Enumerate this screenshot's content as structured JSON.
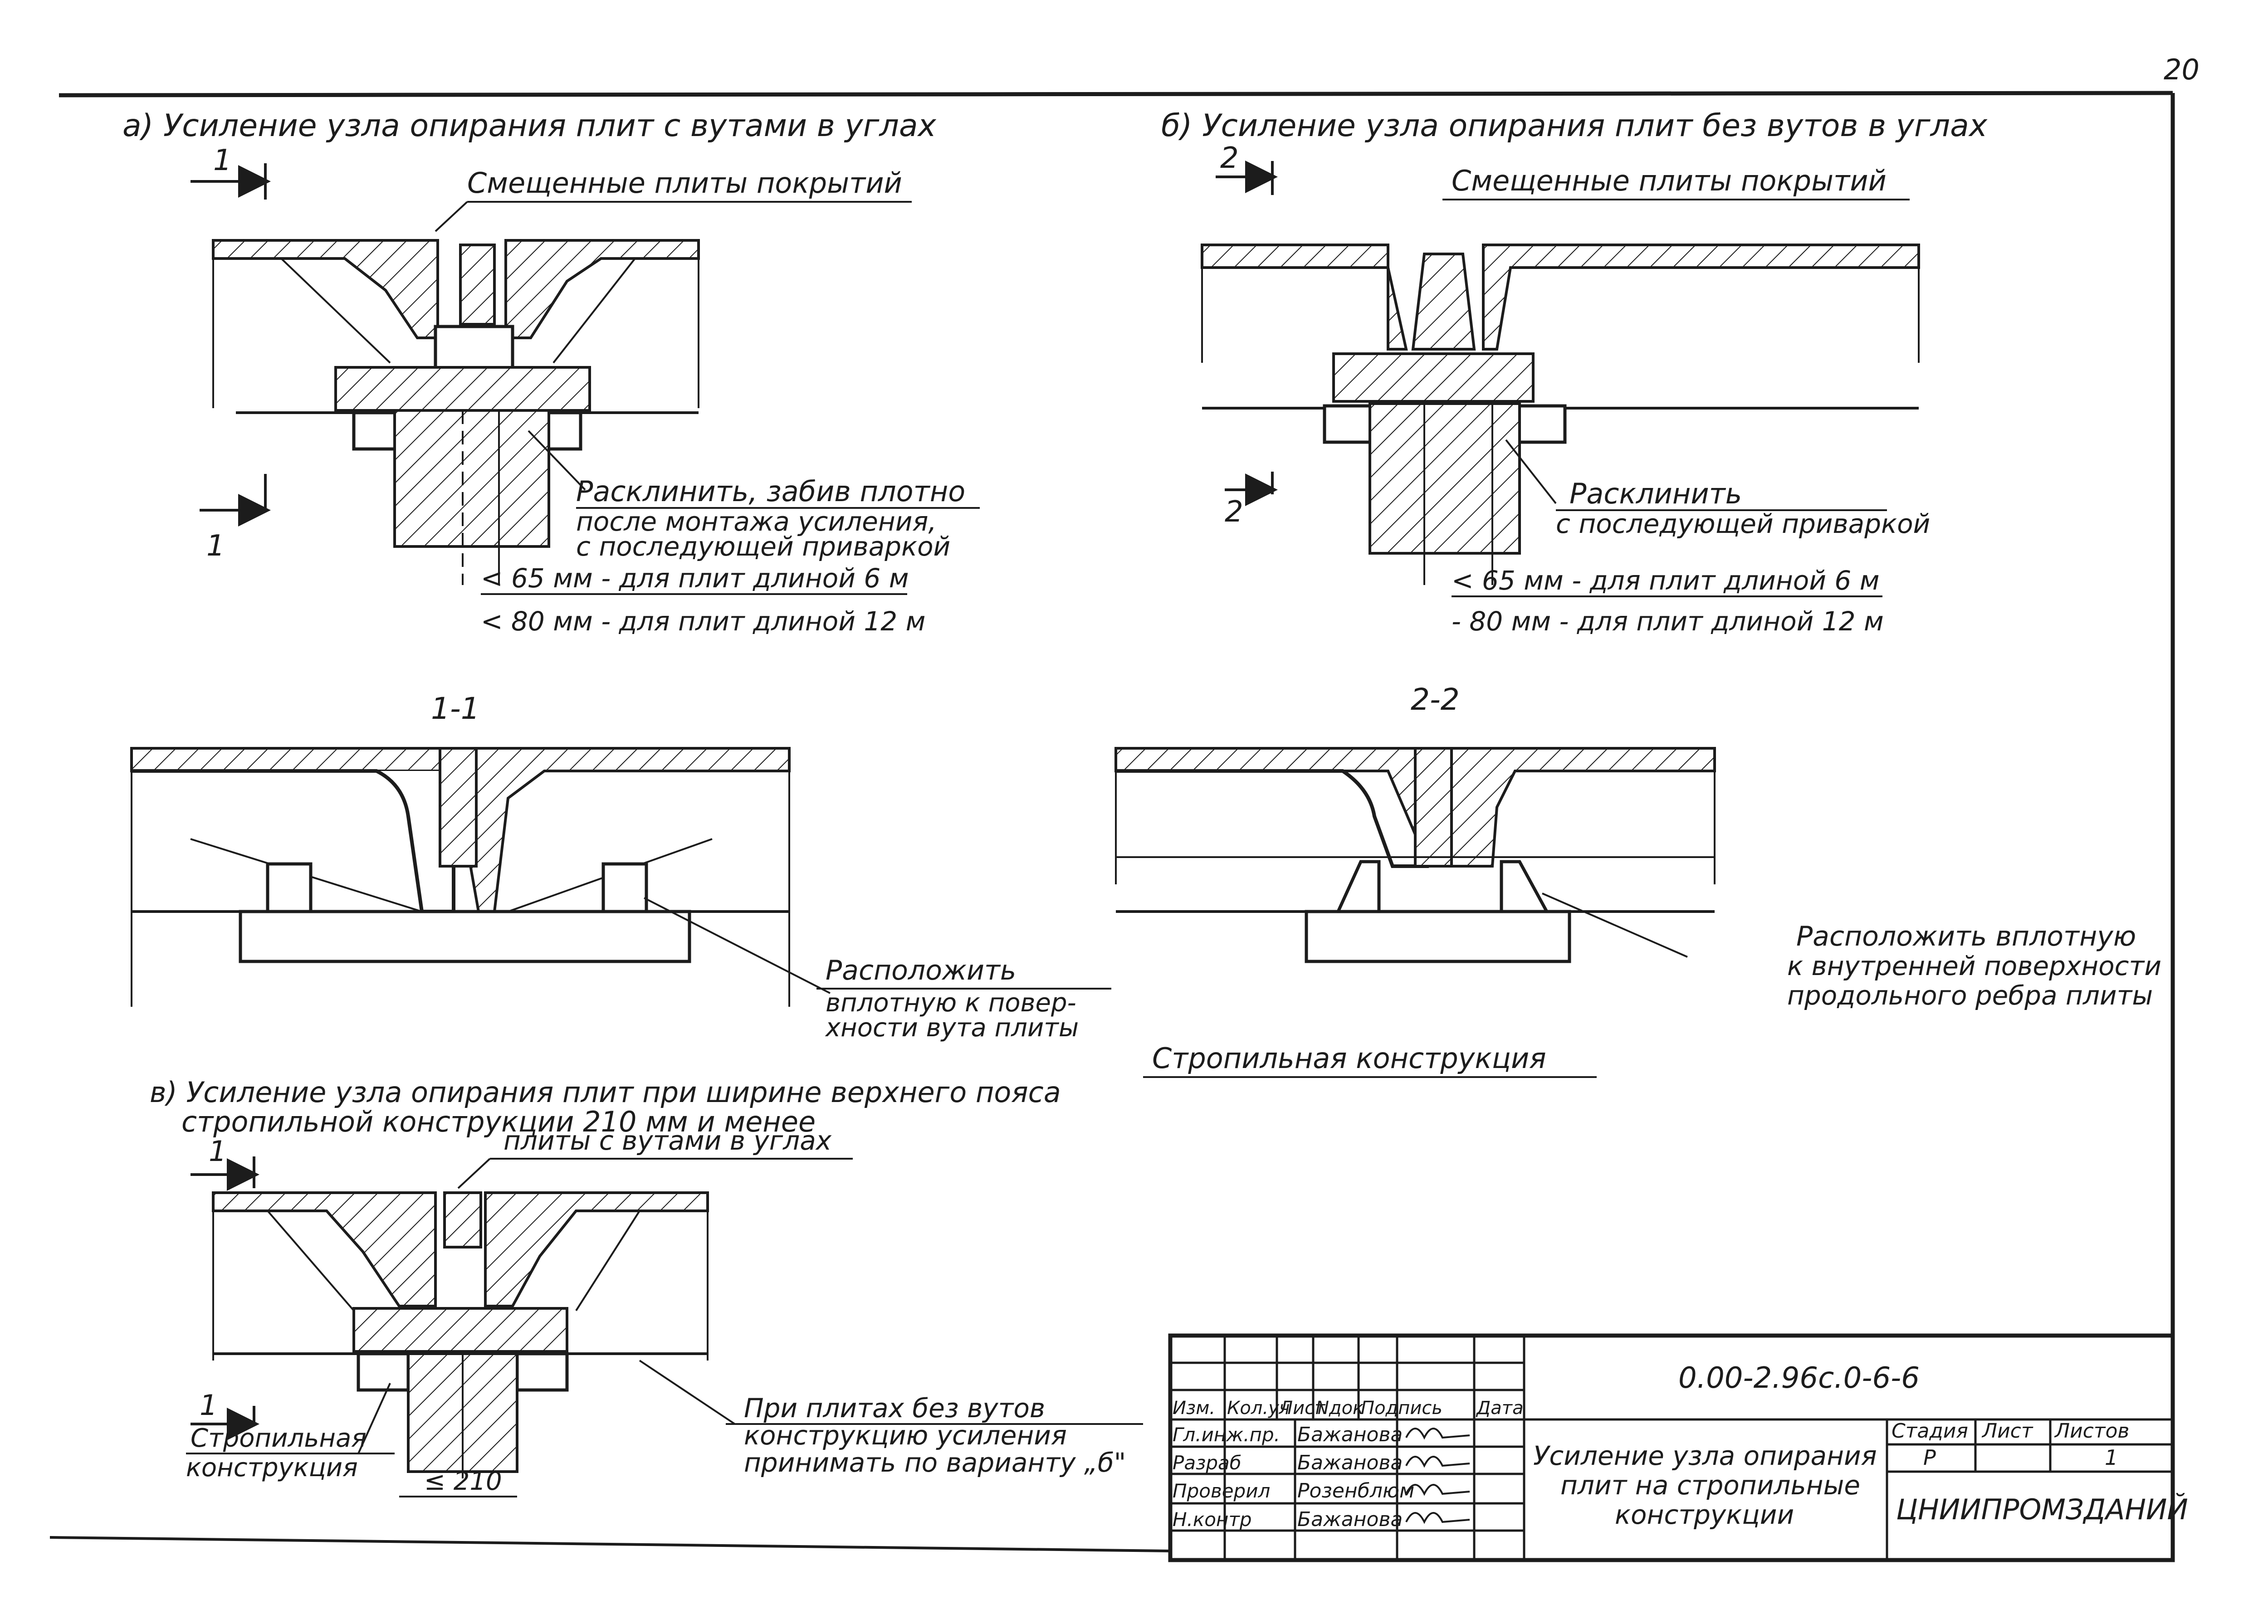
{
  "sheet": {
    "page_number": "20",
    "view_a": {
      "title": "а) Усиление узла опирания плит с вутами в углах",
      "section_mark": "1",
      "slab_label": "Смещенные плиты покрытий",
      "note_line1": "Расклинить, забив плотно",
      "note_line2": "после монтажа усиления,",
      "note_line3": "с последующей приваркой",
      "dim1": "< 65 мм - для плит длиной 6 м",
      "dim2": "< 80 мм - для плит длиной 12 м"
    },
    "view_b": {
      "title": "б) Усиление узла опирания плит без вутов в углах",
      "section_mark": "2",
      "slab_label": "Смещенные плиты покрытий",
      "note_line1": "Расклинить",
      "note_line2": "с последующей приваркой",
      "dim1": "< 65 мм - для плит длиной 6 м",
      "dim2": "- 80 мм - для плит длиной 12 м"
    },
    "section_1_1": {
      "title": "1-1",
      "note_line1": "Расположить",
      "note_line2": "вплотную к повер-",
      "note_line3": "хности вута плиты"
    },
    "section_2_2": {
      "title": "2-2",
      "note_line1": "Расположить вплотную",
      "note_line2": "к внутренней поверхности",
      "note_line3": "продольного ребра плиты"
    },
    "truss_label": "Стропильная конструкция",
    "view_v": {
      "title_line1": "в) Усиление узла опирания плит при ширине верхнего пояса",
      "title_line2": "стропильной конструкции 210 мм и менее",
      "section_mark": "1",
      "slab_label": "плиты с вутами в углах",
      "truss_label_line1": "Стропильная",
      "truss_label_line2": "конструкция",
      "dim": "≤ 210",
      "note_line1": "При плитах без вутов",
      "note_line2": "конструкцию усиления",
      "note_line3": "принимать по варианту „б\""
    },
    "title_block": {
      "doc_code": "0.00-2.96с.0-6-6",
      "headers": [
        "Изм.",
        "Кол.уч",
        "Лист",
        "Nдок",
        "Подпись",
        "Дата"
      ],
      "roles": [
        {
          "role": "Гл.инж.пр.",
          "name": "Бажанова"
        },
        {
          "role": "Разраб",
          "name": "Бажанова"
        },
        {
          "role": "Проверил",
          "name": "Розенблюм"
        },
        {
          "role": "Н.контр",
          "name": "Бажанова"
        }
      ],
      "title_line1": "Усиление узла опирания",
      "title_line2": "плит на стропильные",
      "title_line3": "конструкции",
      "stage_header": "Стадия",
      "sheet_header": "Лист",
      "sheets_header": "Листов",
      "stage": "Р",
      "sheets": "1",
      "organization": "ЦНИИПРОМЗДАНИЙ"
    }
  }
}
